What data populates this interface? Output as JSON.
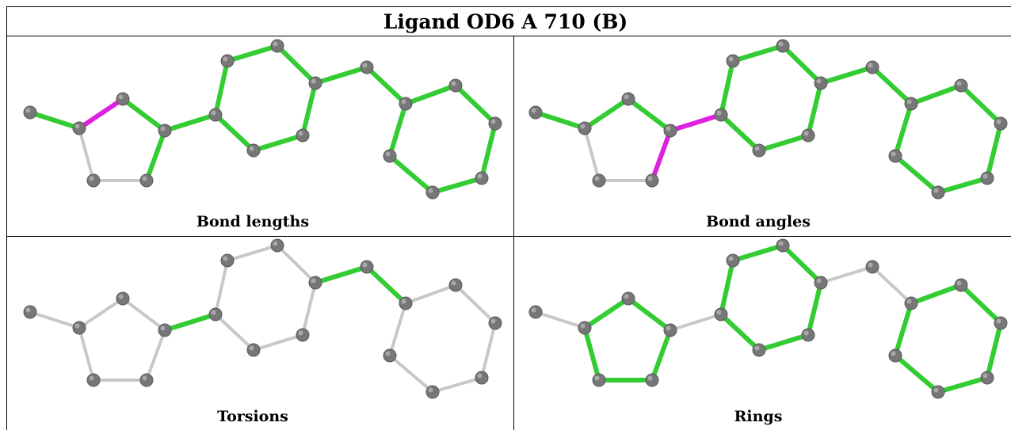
{
  "title": "Ligand OD6 A 710 (B)",
  "colors": {
    "bond_ok": "#33cc33",
    "bond_flag": "#dd22dd",
    "bond_neutral": "#c8c8c8",
    "atom": "#777777"
  },
  "panels": [
    {
      "caption": "Bond lengths",
      "icon": "molecule-bond-lengths"
    },
    {
      "caption": "Bond angles",
      "icon": "molecule-bond-angles"
    },
    {
      "caption": "Torsions",
      "icon": "molecule-torsions"
    },
    {
      "caption": "Rings",
      "icon": "molecule-rings"
    }
  ]
}
